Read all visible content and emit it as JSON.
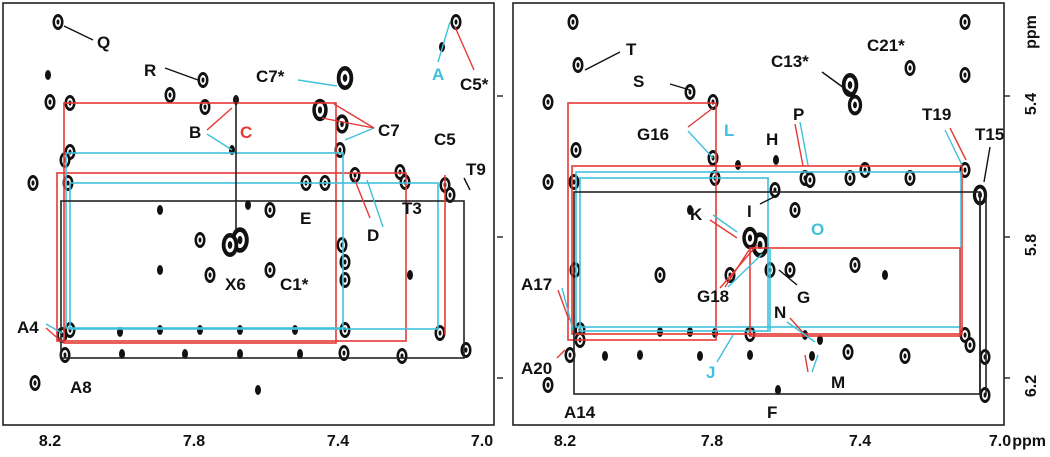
{
  "colors": {
    "black": "#111111",
    "red": "#e53935",
    "cyan": "#3fc1dc",
    "box": "#222222"
  },
  "left_panel": {
    "x_ticks": [
      "8.2",
      "7.8",
      "7.4",
      "7.0"
    ],
    "labels": [
      {
        "text": "Q",
        "color": "black"
      },
      {
        "text": "R",
        "color": "black"
      },
      {
        "text": "A",
        "color": "cyan"
      },
      {
        "text": "C5*",
        "color": "black"
      },
      {
        "text": "C7*",
        "color": "black"
      },
      {
        "text": "B",
        "color": "black"
      },
      {
        "text": "C",
        "color": "red"
      },
      {
        "text": "C7",
        "color": "black"
      },
      {
        "text": "C5",
        "color": "black"
      },
      {
        "text": "T9",
        "color": "black"
      },
      {
        "text": "E",
        "color": "black"
      },
      {
        "text": "T3",
        "color": "black"
      },
      {
        "text": "D",
        "color": "black"
      },
      {
        "text": "X6",
        "color": "black"
      },
      {
        "text": "C1*",
        "color": "black"
      },
      {
        "text": "A4",
        "color": "black"
      },
      {
        "text": "A8",
        "color": "black"
      }
    ]
  },
  "right_panel": {
    "x_ticks": [
      "8.2",
      "7.8",
      "7.4",
      "7.0"
    ],
    "x_unit": "ppm",
    "y_ticks": [
      "5.4",
      "5.8",
      "6.2"
    ],
    "y_unit": "ppm",
    "labels": [
      {
        "text": "T",
        "color": "black"
      },
      {
        "text": "S",
        "color": "black"
      },
      {
        "text": "C13*",
        "color": "black"
      },
      {
        "text": "C21*",
        "color": "black"
      },
      {
        "text": "G16",
        "color": "black"
      },
      {
        "text": "L",
        "color": "cyan"
      },
      {
        "text": "H",
        "color": "black"
      },
      {
        "text": "P",
        "color": "black"
      },
      {
        "text": "T19",
        "color": "black"
      },
      {
        "text": "T15",
        "color": "black"
      },
      {
        "text": "I",
        "color": "black"
      },
      {
        "text": "O",
        "color": "cyan"
      },
      {
        "text": "K",
        "color": "black"
      },
      {
        "text": "G18",
        "color": "black"
      },
      {
        "text": "G",
        "color": "black"
      },
      {
        "text": "A17",
        "color": "black"
      },
      {
        "text": "N",
        "color": "black"
      },
      {
        "text": "J",
        "color": "cyan"
      },
      {
        "text": "M",
        "color": "black"
      },
      {
        "text": "A20",
        "color": "black"
      },
      {
        "text": "A14",
        "color": "black"
      },
      {
        "text": "F",
        "color": "black"
      }
    ]
  }
}
